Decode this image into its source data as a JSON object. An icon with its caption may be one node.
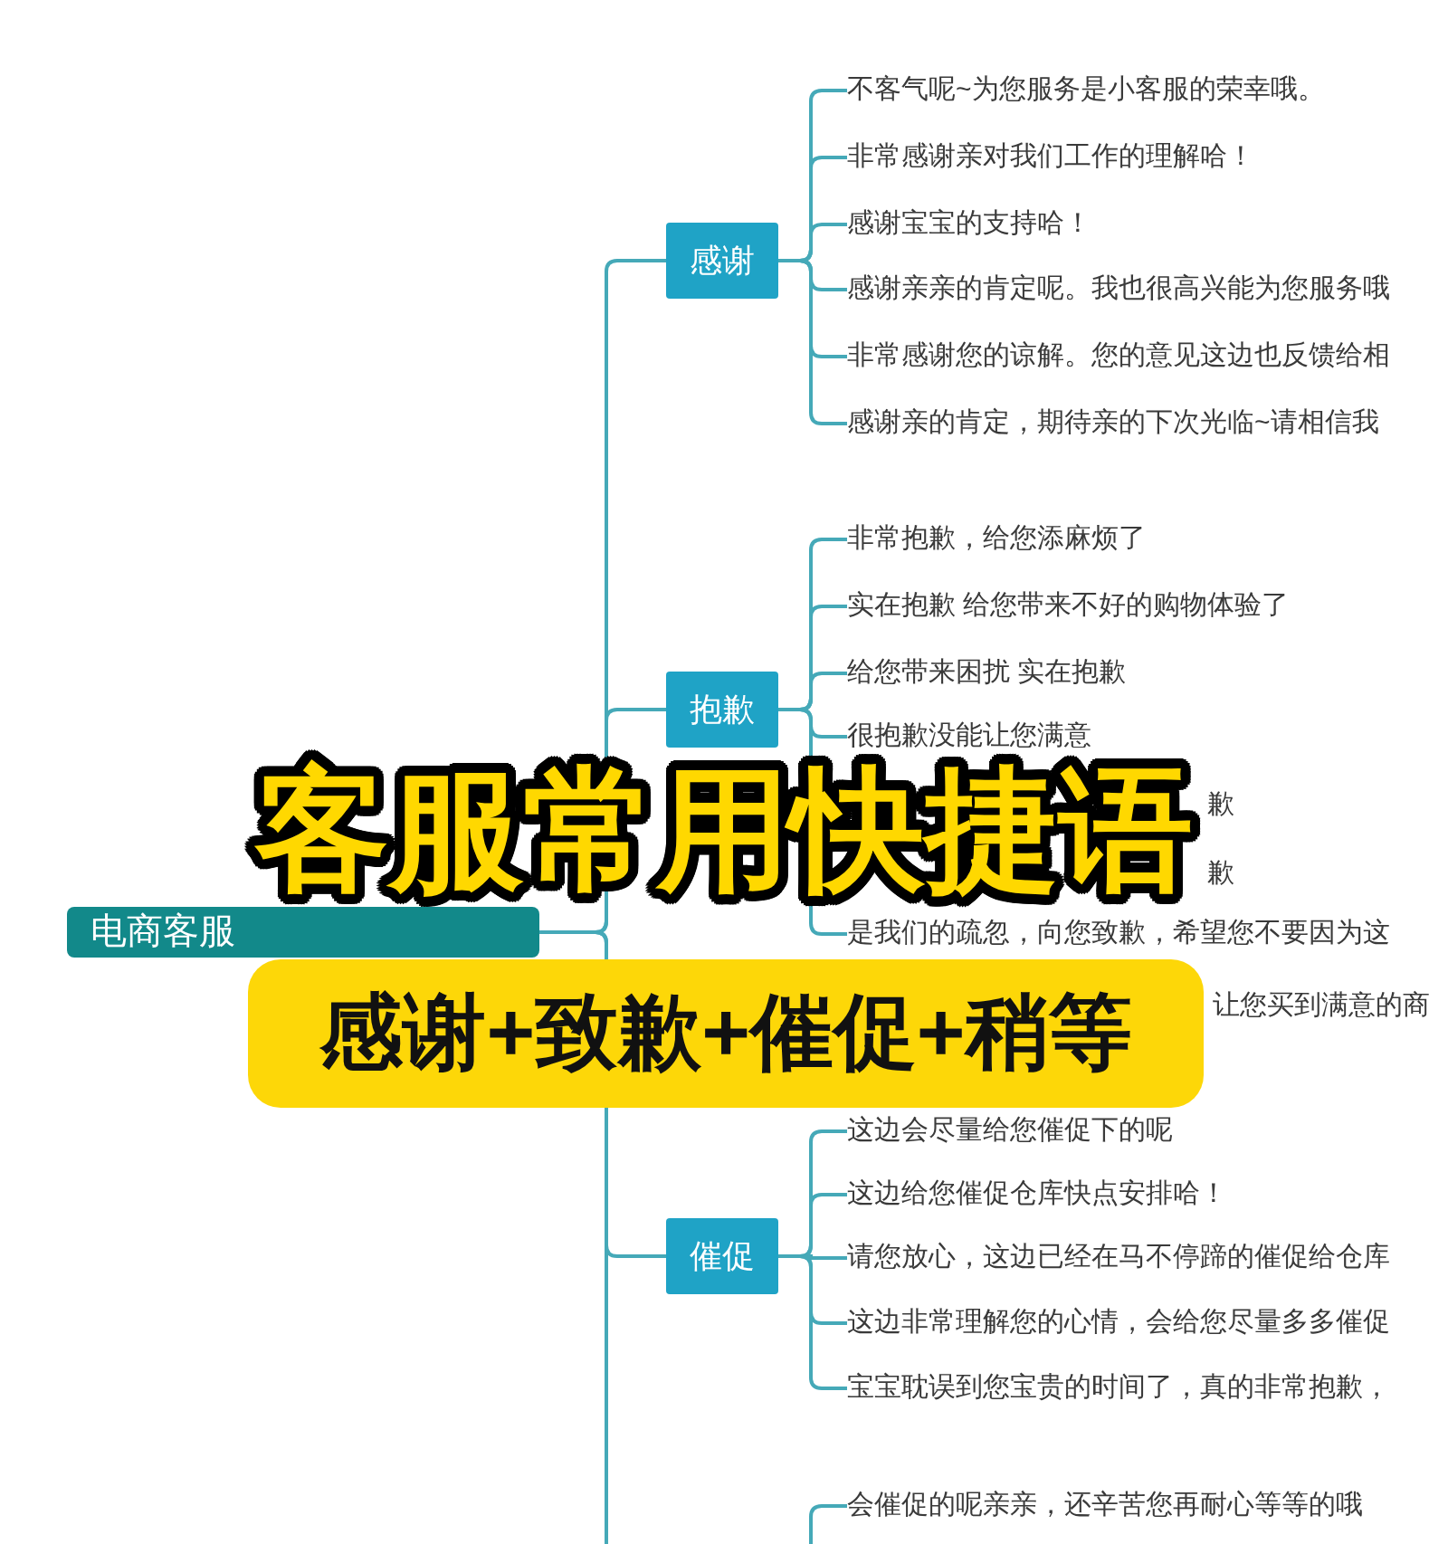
{
  "diagram": {
    "title": "客服常用快捷语",
    "caption": "感谢+致歉+催促+稍等",
    "nodes": [
      {
        "text": [
          "电商客服"
        ]
      },
      {
        "text": [
          "感谢"
        ]
      },
      {
        "text": [
          "不客气呢~为您服务是小客服的荣幸哦。"
        ]
      },
      {
        "text": [
          "非常感谢亲对我们工作的理解哈！"
        ]
      },
      {
        "text": [
          "感谢宝宝的支持哈！"
        ]
      },
      {
        "text": [
          "感谢亲亲的肯定呢。我也很高兴能为您服务哦"
        ]
      },
      {
        "text": [
          "非常感谢您的谅解。您的意见这边也反馈给相"
        ]
      },
      {
        "text": [
          "感谢亲的肯定，期待亲的下次光临~请相信我"
        ]
      },
      {
        "text": [
          "抱歉"
        ]
      },
      {
        "text": [
          "非常抱歉，给您添麻烦了"
        ]
      },
      {
        "text": [
          "实在抱歉 给您带来不好的购物体验了"
        ]
      },
      {
        "text": [
          "给您带来困扰 实在抱歉"
        ]
      },
      {
        "text": [
          "很抱歉没能让您满意"
        ]
      },
      {
        "text": [
          "是我们的疏忽，向您致歉，希望您不要因为这"
        ]
      },
      {
        "text": [
          "催促"
        ]
      },
      {
        "text": [
          "这边会尽量给您催促下的呢"
        ]
      },
      {
        "text": [
          "这边给您催促仓库快点安排哈！"
        ]
      },
      {
        "text": [
          "请您放心，这边已经在马不停蹄的催促给仓库"
        ]
      },
      {
        "text": [
          "这边非常理解您的心情，会给您尽量多多催促"
        ]
      },
      {
        "text": [
          "宝宝耽误到您宝贵的时间了，真的非常抱歉，"
        ]
      },
      {
        "text": [
          "会催促的呢亲亲，还辛苦您再耐心等等的哦"
        ]
      }
    ],
    "edges": [
      {
        "from": 0,
        "to": 1,
        "arrow": "none"
      },
      {
        "from": 0,
        "to": 8,
        "arrow": "none"
      },
      {
        "from": 0,
        "to": 14,
        "arrow": "none"
      },
      {
        "from": 0,
        "to": null,
        "arrow": "none"
      },
      {
        "from": 1,
        "to": 2,
        "arrow": "none"
      },
      {
        "from": 1,
        "to": 3,
        "arrow": "none"
      },
      {
        "from": 1,
        "to": 4,
        "arrow": "none"
      },
      {
        "from": 1,
        "to": 5,
        "arrow": "none"
      },
      {
        "from": 1,
        "to": 6,
        "arrow": "none"
      },
      {
        "from": 1,
        "to": 7,
        "arrow": "none"
      },
      {
        "from": 8,
        "to": 9,
        "arrow": "none"
      },
      {
        "from": 8,
        "to": 10,
        "arrow": "none"
      },
      {
        "from": 8,
        "to": 11,
        "arrow": "none"
      },
      {
        "from": 8,
        "to": 12,
        "arrow": "none"
      },
      {
        "from": 8,
        "to": 13,
        "arrow": "none"
      },
      {
        "from": 14,
        "to": 15,
        "arrow": "none"
      },
      {
        "from": 14,
        "to": 16,
        "arrow": "none"
      },
      {
        "from": 14,
        "to": 17,
        "arrow": "none"
      },
      {
        "from": 14,
        "to": 18,
        "arrow": "none"
      },
      {
        "from": 14,
        "to": 19,
        "arrow": "none"
      },
      {
        "from": null,
        "to": 20,
        "arrow": "none"
      }
    ],
    "labels": [
      "歉",
      "歉",
      "让您买到满意的商"
    ]
  }
}
